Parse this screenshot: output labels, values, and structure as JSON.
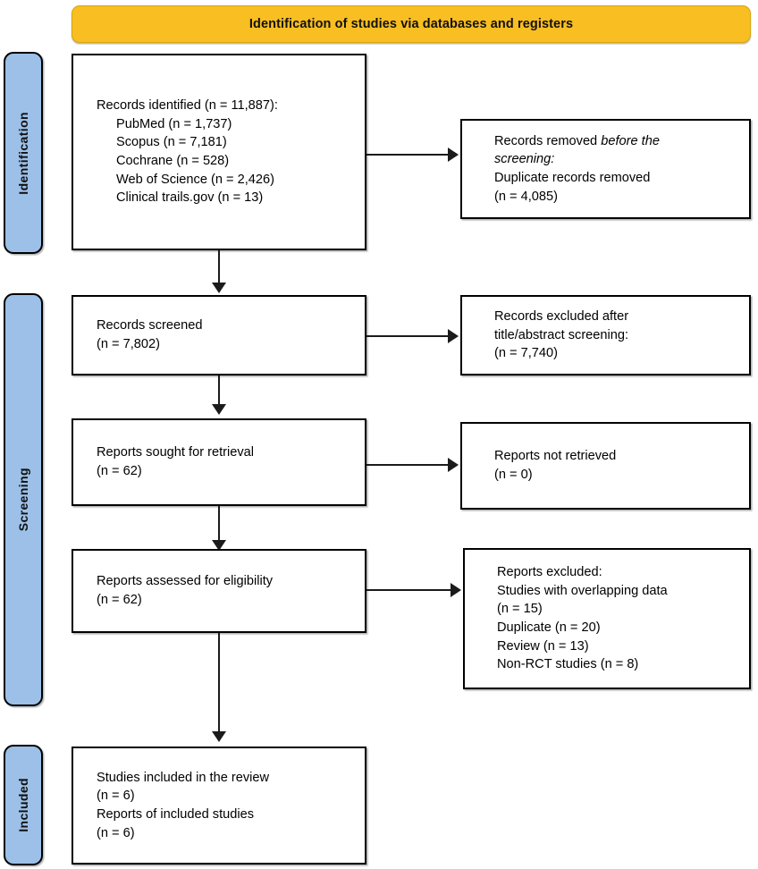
{
  "diagram": {
    "title": "PRISMA flow diagram",
    "colors": {
      "banner_fill": "#F8BE22",
      "stage_tab_fill": "#9CC0E8",
      "box_border": "#000000",
      "connector": "#1b1b1b",
      "background": "#ffffff"
    }
  },
  "banner": {
    "label": "Identification of studies via databases and registers"
  },
  "stages": [
    {
      "key": "identification",
      "label": "Identification"
    },
    {
      "key": "screening",
      "label": "Screening"
    },
    {
      "key": "included",
      "label": "Included"
    }
  ],
  "boxes": {
    "records_identified": {
      "lines": [
        "Records identified (n = 11,887):",
        "PubMed (n = 1,737)",
        "Scopus (n = 7,181)",
        "Cochrane (n = 528)",
        "Web of Science (n = 2,426)",
        "Clinical trails.gov (n = 13)"
      ]
    },
    "records_removed": {
      "line1_plain": "Records removed ",
      "line1_italic": "before the",
      "line2_italic": "screening:",
      "line3": "Duplicate records removed",
      "line4": "(n = 4,085)"
    },
    "records_screened": {
      "lines": [
        "Records screened",
        "(n = 7,802)"
      ]
    },
    "records_excluded": {
      "lines": [
        "Records excluded after",
        "title/abstract screening:",
        "(n = 7,740)"
      ]
    },
    "reports_sought": {
      "lines": [
        "Reports sought for retrieval",
        "(n = 62)"
      ]
    },
    "reports_not_retrieved": {
      "lines": [
        "Reports not retrieved",
        "(n = 0)"
      ]
    },
    "reports_assessed": {
      "lines": [
        "Reports assessed for eligibility",
        "(n = 62)"
      ]
    },
    "reports_excluded": {
      "lines": [
        "Reports excluded:",
        "Studies with overlapping data",
        "(n = 15)",
        "Duplicate (n = 20)",
        "Review (n = 13)",
        "Non-RCT studies (n = 8)"
      ]
    },
    "studies_included": {
      "lines": [
        "Studies included in the review",
        "(n = 6)",
        "Reports of included studies",
        "(n = 6)"
      ]
    }
  }
}
